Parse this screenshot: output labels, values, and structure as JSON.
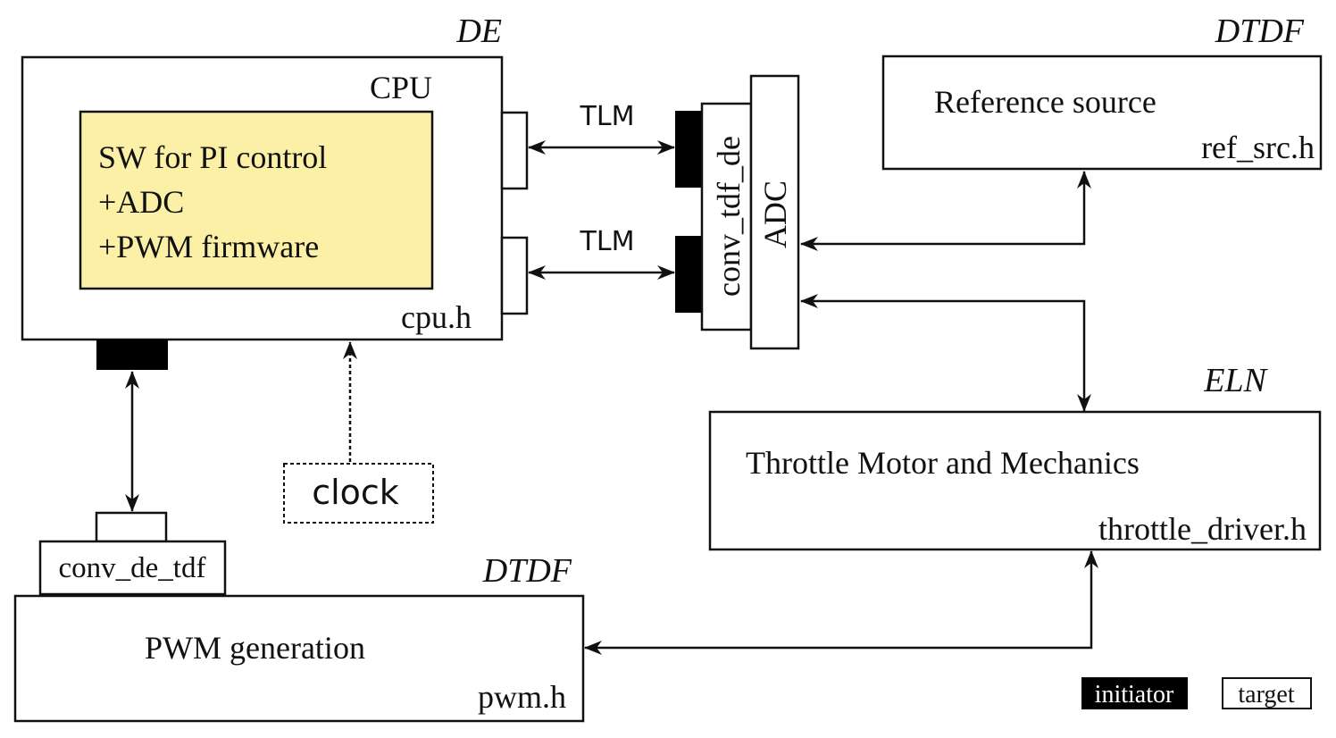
{
  "domains": {
    "de": "DE",
    "dtdf_top": "DTDF",
    "eln": "ELN",
    "dtdf_bottom": "DTDF"
  },
  "cpu": {
    "title": "CPU",
    "header": "cpu.h",
    "sw_lines": [
      "SW for PI control",
      "+ADC",
      "+PWM firmware"
    ]
  },
  "tlm": {
    "top": "TLM",
    "bottom": "TLM"
  },
  "converters": {
    "tdf_de": "conv_tdf_de",
    "adc": "ADC",
    "de_tdf": "conv_de_tdf"
  },
  "reference": {
    "title": "Reference source",
    "header": "ref_src.h"
  },
  "throttle": {
    "title": "Throttle Motor and Mechanics",
    "header": "throttle_driver.h"
  },
  "pwm": {
    "title": "PWM generation",
    "header": "pwm.h"
  },
  "clock": {
    "label": "clock"
  },
  "legend": {
    "initiator": "initiator",
    "target": "target"
  },
  "colors": {
    "sw_fill": "#fbf0a6",
    "port_initiator": "#000000",
    "stroke": "#111111"
  }
}
